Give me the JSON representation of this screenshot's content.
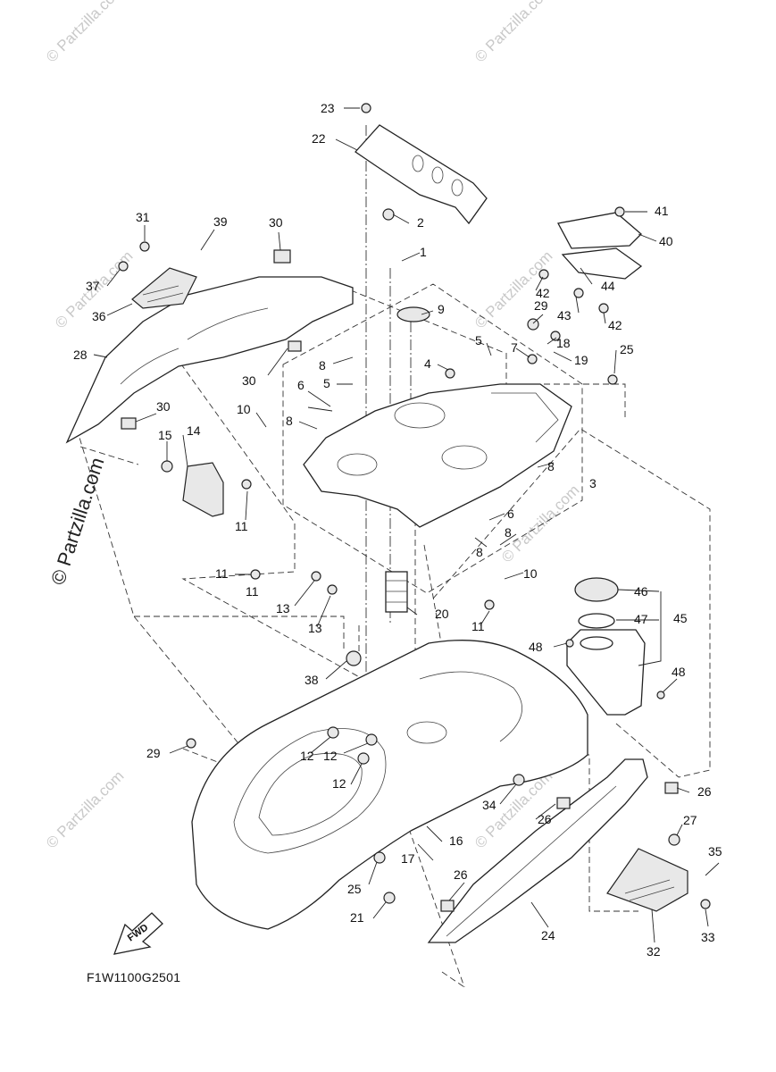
{
  "diagram_code": "F1W1100G2501",
  "fwd_label": "FWD",
  "watermark": "© Partzilla.com",
  "callouts": [
    "1",
    "2",
    "3",
    "4",
    "5",
    "5",
    "6",
    "6",
    "7",
    "8",
    "8",
    "8",
    "8",
    "8",
    "9",
    "10",
    "10",
    "11",
    "11",
    "11",
    "11",
    "12",
    "12",
    "12",
    "13",
    "13",
    "14",
    "15",
    "16",
    "17",
    "18",
    "19",
    "20",
    "21",
    "22",
    "23",
    "24",
    "25",
    "25",
    "26",
    "26",
    "26",
    "27",
    "28",
    "29",
    "29",
    "30",
    "30",
    "30",
    "31",
    "32",
    "33",
    "34",
    "35",
    "36",
    "37",
    "38",
    "39",
    "40",
    "41",
    "42",
    "42",
    "43",
    "44",
    "45",
    "46",
    "47",
    "48",
    "48"
  ]
}
